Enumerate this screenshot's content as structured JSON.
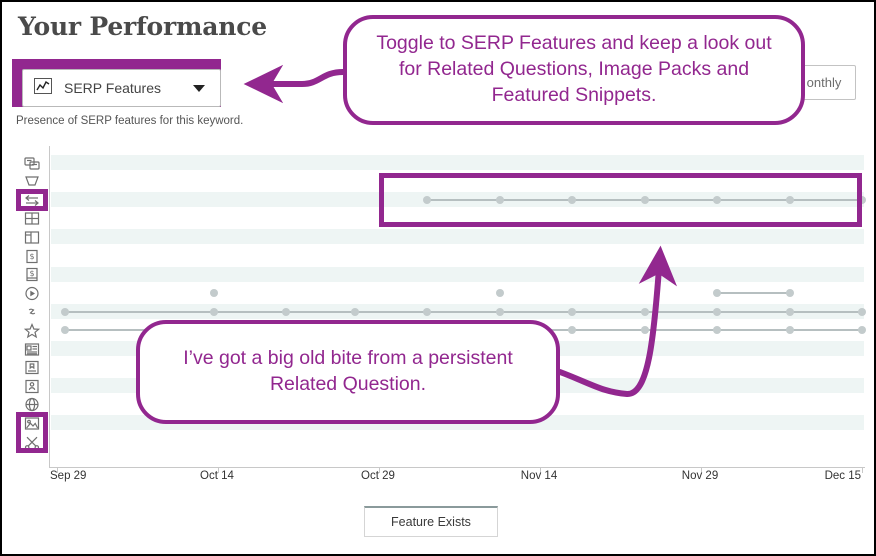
{
  "header": {
    "title": "Your Performance",
    "dropdown": {
      "icon": "line-chart-icon",
      "value": "SERP Features",
      "caret": "chevron-down-icon"
    },
    "subtitle": "Presence of SERP features for this keyword.",
    "range_button": "onthly"
  },
  "callouts": [
    {
      "id": "toggle-serp-features",
      "text": "Toggle to SERP Features and keep a look out for Related Questions, Image Packs and Featured Snippets.",
      "points_to": "serp-features-dropdown"
    },
    {
      "id": "related-question-bite",
      "text": "I’ve got a big old bite from a persistent Related Question.",
      "points_to": "related-questions-row"
    }
  ],
  "colors": {
    "accent_purple": "#92278f",
    "band": "#eef5f4",
    "dot": "#c3cbcc",
    "line": "#b6bfc0",
    "axis": "#c8c8c8",
    "title_text": "#4a4a4a"
  },
  "feature_icons": [
    {
      "name": "sitelinks-icon",
      "label": "Sitelinks",
      "highlighted": false
    },
    {
      "name": "adwords-top-icon",
      "label": "AdWords Top",
      "highlighted": false
    },
    {
      "name": "related-questions-icon",
      "label": "Related Questions",
      "highlighted": true
    },
    {
      "name": "image-pack-icon",
      "label": "Image Pack",
      "highlighted": false
    },
    {
      "name": "featured-snippet-icon",
      "label": "Featured Snippet",
      "highlighted": false
    },
    {
      "name": "shopping-results-icon",
      "label": "Shopping Results",
      "highlighted": false
    },
    {
      "name": "adwords-bottom-icon",
      "label": "AdWords Bottom",
      "highlighted": false
    },
    {
      "name": "video-icon",
      "label": "Video",
      "highlighted": false
    },
    {
      "name": "link-icon",
      "label": "Links",
      "highlighted": false
    },
    {
      "name": "reviews-star-icon",
      "label": "Reviews",
      "highlighted": false
    },
    {
      "name": "news-icon",
      "label": "News",
      "highlighted": false
    },
    {
      "name": "knowledge-card-icon",
      "label": "Knowledge Card",
      "highlighted": false
    },
    {
      "name": "knowledge-panel-icon",
      "label": "Knowledge Panel",
      "highlighted": false
    },
    {
      "name": "local-pack-icon",
      "label": "Local Pack",
      "highlighted": false
    },
    {
      "name": "image-results-icon",
      "label": "Image Results",
      "highlighted": true
    },
    {
      "name": "scissors-icon",
      "label": "Snippet Tools",
      "highlighted": true
    }
  ],
  "chart_data": {
    "type": "scatter",
    "title": "Your Performance",
    "xlabel": "",
    "ylabel": "",
    "grid": true,
    "legend": [
      "Feature Exists"
    ],
    "legend_position": "bottom",
    "x_ticks": [
      "Sep 29",
      "Oct 14",
      "Oct 29",
      "Nov 14",
      "Nov 29",
      "Dec 15"
    ],
    "x_tick_positions_pct": [
      0,
      20,
      40,
      60,
      80,
      100
    ],
    "rows": [
      {
        "feature": "Sitelinks",
        "row_index": 0,
        "points_pct": []
      },
      {
        "feature": "AdWords Top",
        "row_index": 1,
        "points_pct": []
      },
      {
        "feature": "Related Questions",
        "row_index": 2,
        "points_pct": [
          46,
          55,
          64,
          73,
          82,
          91,
          100
        ],
        "connected": true,
        "highlighted": true
      },
      {
        "feature": "Image Pack",
        "row_index": 3,
        "points_pct": []
      },
      {
        "feature": "Featured Snippet",
        "row_index": 4,
        "points_pct": []
      },
      {
        "feature": "Shopping Results",
        "row_index": 5,
        "points_pct": []
      },
      {
        "feature": "AdWords Bottom",
        "row_index": 6,
        "points_pct": []
      },
      {
        "feature": "Video",
        "row_index": 7,
        "points_pct": [
          19.5,
          55,
          82,
          91
        ],
        "segments_pct": [
          [
            82,
            91
          ]
        ],
        "connected": false
      },
      {
        "feature": "Links",
        "row_index": 8,
        "points_pct": [
          1,
          19.5,
          28.5,
          37,
          46,
          55,
          64,
          73,
          82,
          91,
          100
        ],
        "connected": true
      },
      {
        "feature": "Reviews",
        "row_index": 9,
        "points_pct": [
          1,
          14.5,
          64,
          73,
          82,
          91,
          100
        ],
        "connected": true
      },
      {
        "feature": "News",
        "row_index": 10,
        "points_pct": []
      },
      {
        "feature": "Knowledge Card",
        "row_index": 11,
        "points_pct": []
      },
      {
        "feature": "Knowledge Panel",
        "row_index": 12,
        "points_pct": []
      },
      {
        "feature": "Local Pack",
        "row_index": 13,
        "points_pct": []
      },
      {
        "feature": "Image Results",
        "row_index": 14,
        "points_pct": []
      },
      {
        "feature": "Snippet Tools",
        "row_index": 15,
        "points_pct": []
      }
    ]
  },
  "legend_label": "Feature Exists"
}
